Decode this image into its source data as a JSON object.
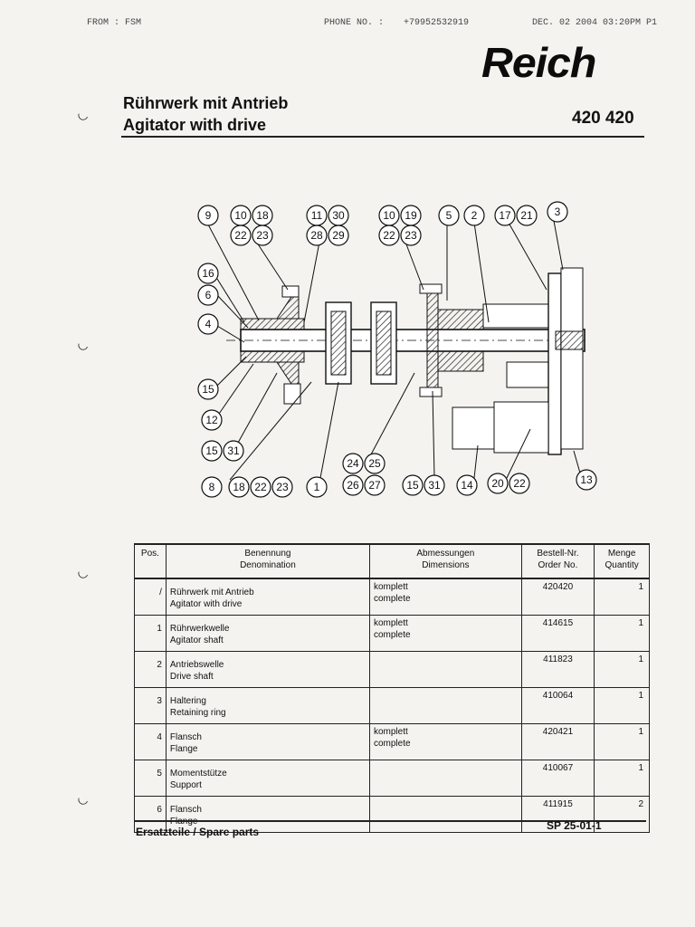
{
  "fax_header": {
    "from": "FROM : FSM",
    "phone_label": "PHONE NO.  :",
    "phone_number": "+79952532919",
    "datetime": "DEC. 02 2004 03:20PM P1"
  },
  "logo_text": "Reich",
  "title": {
    "german": "Rührwerk mit Antrieb",
    "english": "Agitator with drive",
    "part_number": "420 420"
  },
  "drawing": {
    "callouts_top": [
      "9",
      "10",
      "18",
      "22",
      "23",
      "11",
      "30",
      "28",
      "29",
      "10",
      "19",
      "22",
      "23",
      "5",
      "2",
      "17",
      "21",
      "3"
    ],
    "callouts_left": [
      "16",
      "6",
      "4",
      "15",
      "12",
      "15",
      "31"
    ],
    "callouts_bottom": [
      "8",
      "18",
      "22",
      "23",
      "1",
      "24",
      "25",
      "26",
      "27",
      "15",
      "31",
      "14",
      "20",
      "22",
      "13"
    ]
  },
  "table": {
    "headers": {
      "pos": "Pos.",
      "denom_de": "Benennung",
      "denom_en": "Denomination",
      "dim_de": "Abmessungen",
      "dim_en": "Dimensions",
      "order_de": "Bestell-Nr.",
      "order_en": "Order No.",
      "qty_de": "Menge",
      "qty_en": "Quantity"
    },
    "rows": [
      {
        "pos": "/",
        "de": "Rührwerk mit Antrieb",
        "en": "Agitator with drive",
        "dim_de": "komplett",
        "dim_en": "complete",
        "order": "420420",
        "qty": "1"
      },
      {
        "pos": "1",
        "de": "Rührwerkwelle",
        "en": "Agitator shaft",
        "dim_de": "komplett",
        "dim_en": "complete",
        "order": "414615",
        "qty": "1"
      },
      {
        "pos": "2",
        "de": "Antriebswelle",
        "en": "Drive shaft",
        "dim_de": "",
        "dim_en": "",
        "order": "411823",
        "qty": "1"
      },
      {
        "pos": "3",
        "de": "Haltering",
        "en": "Retaining ring",
        "dim_de": "",
        "dim_en": "",
        "order": "410064",
        "qty": "1"
      },
      {
        "pos": "4",
        "de": "Flansch",
        "en": "Flange",
        "dim_de": "komplett",
        "dim_en": "complete",
        "order": "420421",
        "qty": "1"
      },
      {
        "pos": "5",
        "de": "Momentstütze",
        "en": "Support",
        "dim_de": "",
        "dim_en": "",
        "order": "410067",
        "qty": "1"
      },
      {
        "pos": "6",
        "de": "Flansch",
        "en": "Flange",
        "dim_de": "",
        "dim_en": "",
        "order": "411915",
        "qty": "2"
      }
    ]
  },
  "footer": {
    "left": "Ersatzteile / Spare parts",
    "right": "SP 25-01-1"
  }
}
